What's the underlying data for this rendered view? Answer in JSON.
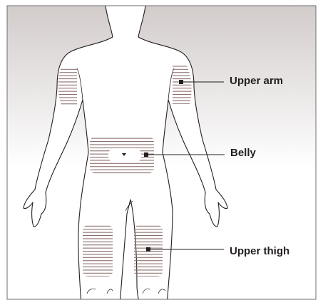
{
  "colors": {
    "background_top": "#d2cccb",
    "background_bottom": "#ffffff",
    "border": "#6d6e71",
    "body_fill": "#ffffff",
    "body_outline": "#231f20",
    "zone_stripe": "#8a6f6c",
    "marker": "#231f20"
  },
  "icons": {
    "marker": "square-marker",
    "navel": "navel-triangle"
  },
  "sites": [
    {
      "id": "upper-arm",
      "label": "Upper arm"
    },
    {
      "id": "belly",
      "label": "Belly"
    },
    {
      "id": "upper-thigh",
      "label": "Upper thigh"
    }
  ]
}
